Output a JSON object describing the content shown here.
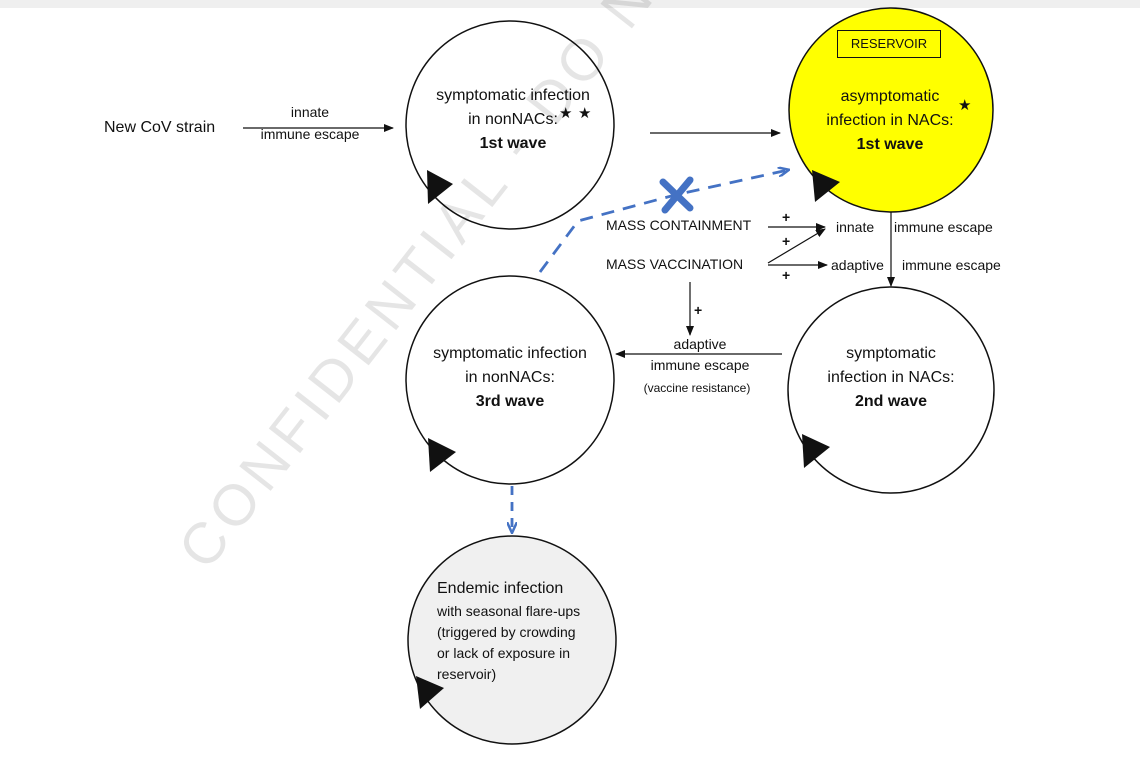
{
  "source": {
    "label": "New CoV strain"
  },
  "arrow_labels": {
    "innate_top": "innate",
    "innate_bottom": "immune escape",
    "mass_containment": "MASS CONTAINMENT",
    "mass_vaccination": "MASS VACCINATION",
    "innate_escape_a": "innate",
    "innate_escape_b": "immune escape",
    "adaptive_escape_a": "adaptive",
    "adaptive_escape_b": "immune escape",
    "adaptive_mid_a": "adaptive",
    "adaptive_mid_b": "immune escape",
    "vaccine_resistance": "(vaccine resistance)",
    "plus": "+"
  },
  "nodes": {
    "wave1_nonnac": {
      "line1": "symptomatic infection",
      "line2": "in nonNACs:",
      "bold": "1st wave"
    },
    "wave1_nac": {
      "tag": "RESERVOIR",
      "line1": "asymptomatic",
      "line2": "infection in NACs:",
      "bold": "1st wave"
    },
    "wave2_nac": {
      "line1": "symptomatic",
      "line2": "infection in NACs:",
      "bold": "2nd wave"
    },
    "wave3_nonnac": {
      "line1": "symptomatic infection",
      "line2": "in nonNACs:",
      "bold": "3rd wave"
    },
    "endemic": {
      "heading": "Endemic infection",
      "lines": [
        "with seasonal flare-ups",
        "(triggered by crowding",
        "or lack of exposure in",
        "reservoir)"
      ]
    }
  },
  "markers": {
    "star": "★"
  },
  "watermark": "CONFIDENTIAL - DO NOT COPY - DOD IS",
  "colors": {
    "reservoir_fill": "#ffff00",
    "endemic_fill": "#f0f0f0",
    "dashed_blue": "#4472c4",
    "line": "#111111"
  }
}
